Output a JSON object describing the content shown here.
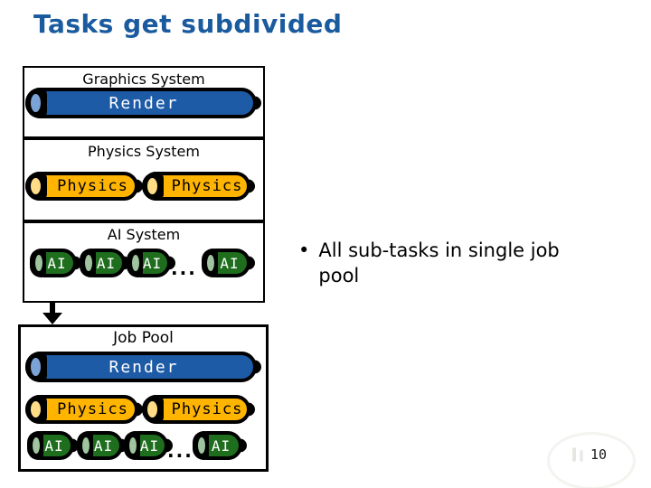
{
  "slide": {
    "title": "Tasks get subdivided",
    "page_number": "10",
    "bullet_marker": "•"
  },
  "bullets": [
    "All sub-tasks in single job pool"
  ],
  "systems": [
    {
      "name": "Graphics System",
      "tasks": [
        "Render"
      ]
    },
    {
      "name": "Physics System",
      "tasks": [
        "Physics",
        "Physics"
      ]
    },
    {
      "name": "AI System",
      "tasks": [
        "AI",
        "AI",
        "AI",
        "AI"
      ],
      "ellipsis": "..."
    }
  ],
  "job_pool": {
    "name": "Job Pool",
    "tasks": [
      "Render",
      "Physics",
      "Physics",
      "AI",
      "AI",
      "AI",
      "AI"
    ],
    "ellipsis": "..."
  },
  "icons": {
    "arrow": "down-arrow",
    "watermark": "university-crest-watermark"
  },
  "colors": {
    "title_blue": "#1a5a9e",
    "render_fill": "#1e5ba6",
    "render_cap": "#7ba3d6",
    "physics_fill": "#ffb400",
    "physics_cap": "#ffdc85",
    "ai_fill": "#1e6e1e",
    "ai_cap": "#9fc49f",
    "outline": "#000000",
    "background": "#ffffff"
  }
}
